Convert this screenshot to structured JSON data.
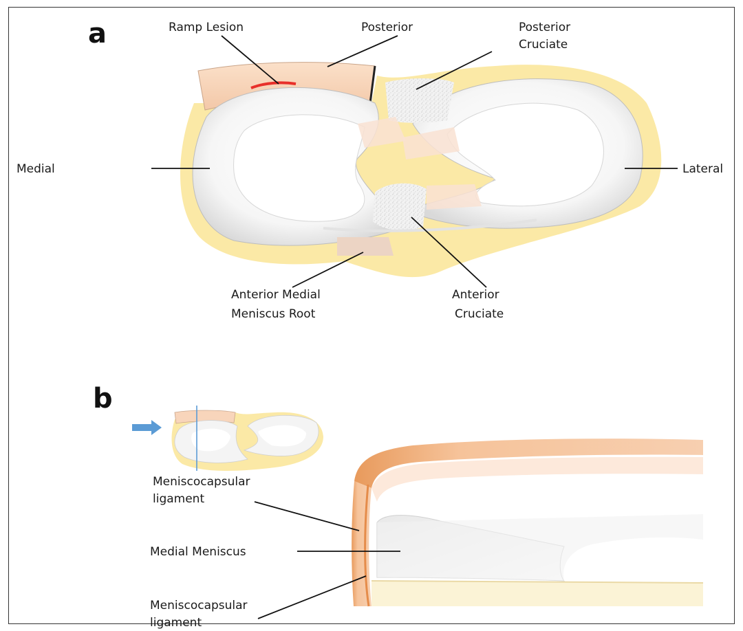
{
  "panels": {
    "a": "a",
    "b": "b"
  },
  "labels_a": {
    "ramp_lesion": "Ramp Lesion",
    "posterior": "Posterior",
    "posterior_cruciate_line1": "Posterior",
    "posterior_cruciate_line2": "Cruciate",
    "medial": "Medial",
    "lateral": "Lateral",
    "anterior_medial_root_line1": "Anterior Medial",
    "anterior_medial_root_line2": "Meniscus Root",
    "anterior_cruciate_line1": "Anterior",
    "anterior_cruciate_line2": "Cruciate"
  },
  "labels_b": {
    "meniscocapsular_top_line1": "Meniscocapsular",
    "meniscocapsular_top_line2": "ligament",
    "medial_meniscus": "Medial Meniscus",
    "meniscocapsular_bottom_line1": "Meniscocapsular",
    "meniscocapsular_bottom_line2": "ligament"
  },
  "colors": {
    "tibial_plateau": "#fbe9a6",
    "meniscus": "#f4f4f4",
    "capsule": "#f7d4b8",
    "ramp_lesion": "#e8302a",
    "arrow": "#5b9bd5",
    "ligament_texture": "#e6e6e6"
  }
}
